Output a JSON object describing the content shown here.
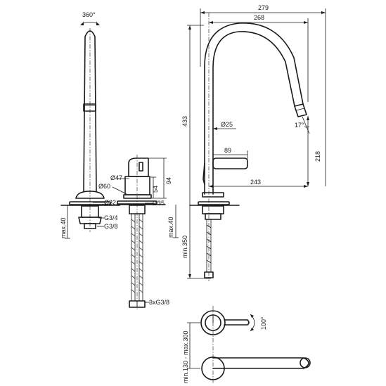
{
  "labels": {
    "rotation": "360°",
    "total_width": "279",
    "reach_width": "268",
    "height": "433",
    "spout_dia": "Ø25",
    "spray_angle": "17°",
    "handle_width": "89",
    "spout_height": "218",
    "spout_reach": "243",
    "body_height": "94",
    "body_lower": "54",
    "dia_47": "Ø47",
    "dia_60": "Ø60",
    "dia_32": "Ø32",
    "dia_35": "Ø35",
    "thread_34": "G3/4",
    "thread_38": "G3/8",
    "max_40_left": "max.40",
    "max_40_right": "max.40",
    "min_350": "min.350",
    "hoses": "3xG3/8",
    "handle_angle": "100°",
    "spacing": "min.130 - max.300"
  }
}
